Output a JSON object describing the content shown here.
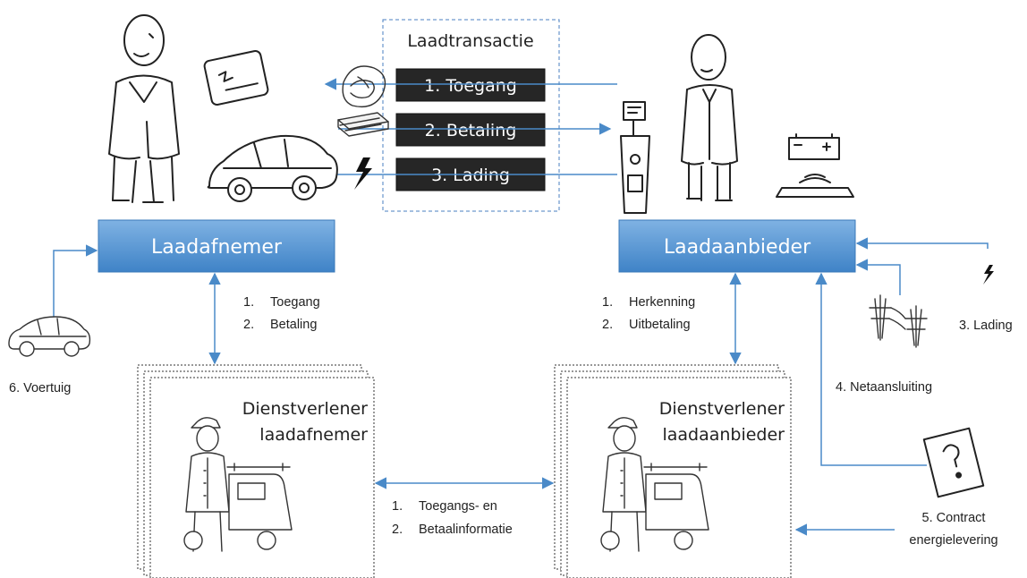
{
  "transaction": {
    "title": "Laadtransactie",
    "steps": [
      "1. Toegang",
      "2. Betaling",
      "3. Lading"
    ]
  },
  "roles": {
    "customer": "Laadafnemer",
    "provider": "Laadaanbieder"
  },
  "links": {
    "customer_service": [
      "1.",
      "Toegang",
      "2.",
      "Betaling"
    ],
    "provider_service": [
      "1.",
      "Herkenning",
      "2.",
      "Uitbetaling"
    ],
    "between_services": [
      "1.",
      "Toegangs- en",
      "2.",
      "Betaalinformatie"
    ]
  },
  "services": {
    "customer": [
      "Dienstverlener",
      "laadafnemer"
    ],
    "provider": [
      "Dienstverlener",
      "laadaanbieder"
    ]
  },
  "externals": {
    "vehicle": "6. Voertuig",
    "charge": "3. Lading",
    "grid": "4. Netaansluiting",
    "contract": [
      "5. Contract",
      "energielevering"
    ]
  },
  "colors": {
    "role_box": "#5b9bd5",
    "step_box": "#262626",
    "arrow": "#4a8ac8",
    "frame_dash": "#4a7fc0"
  }
}
